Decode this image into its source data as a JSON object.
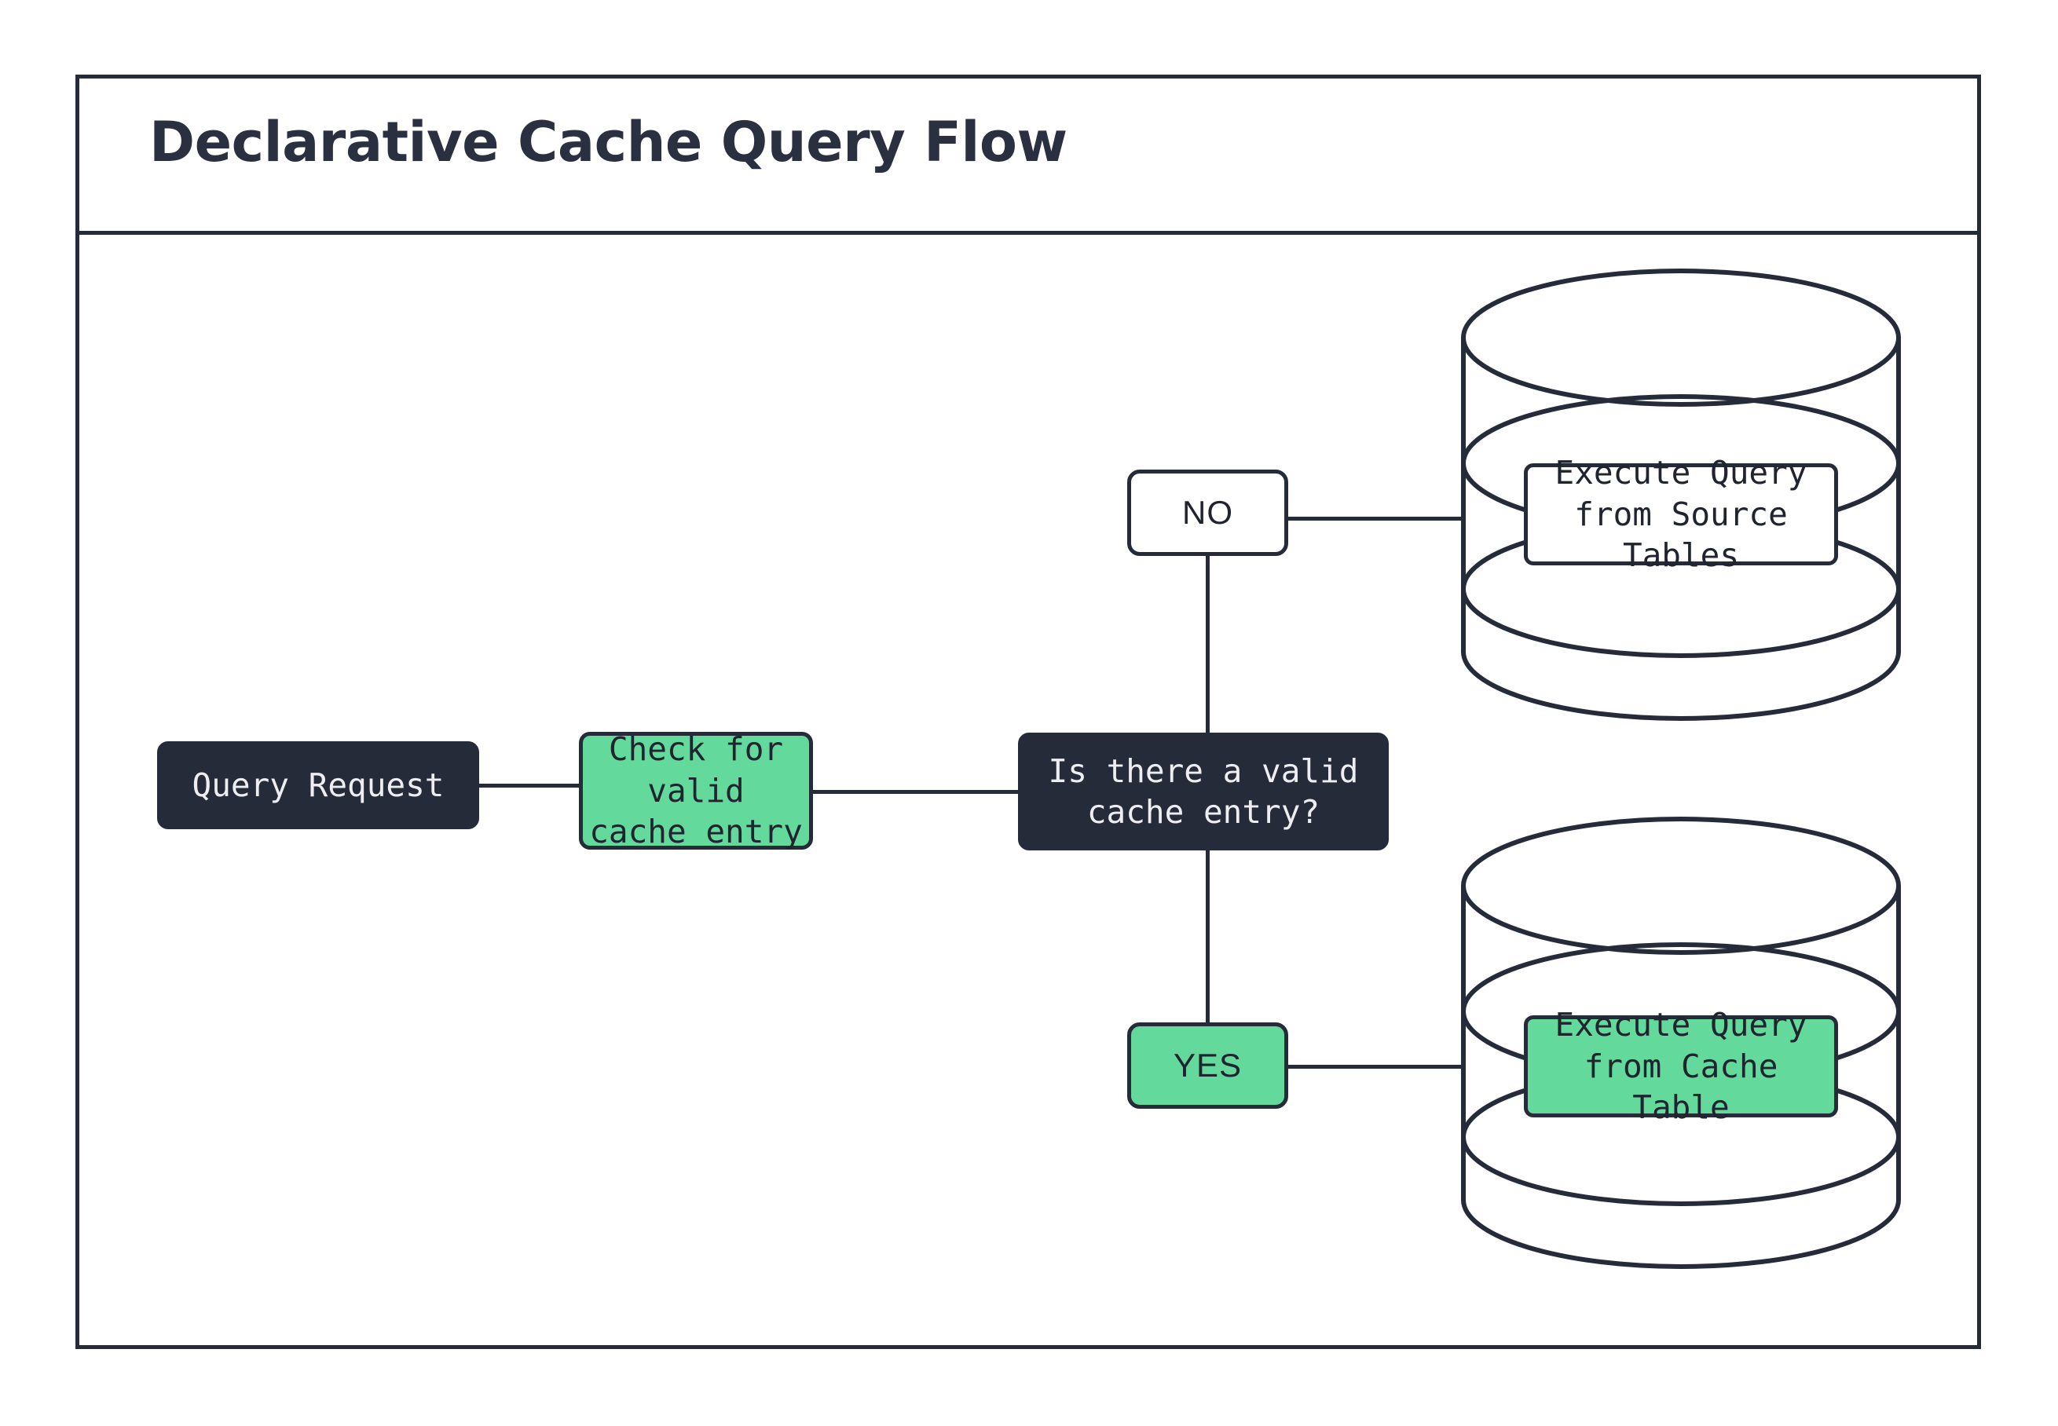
{
  "diagram": {
    "title": "Declarative Cache Query Flow",
    "colors": {
      "ink": "#262B3A",
      "green": "#63D99C",
      "dark_node_bg": "#262B3A",
      "dark_node_text": "#EDEDF2",
      "white": "#FFFFFF",
      "title_text": "#2B3040"
    },
    "nodes": {
      "query_request": {
        "label": "Query Request",
        "style": "dark"
      },
      "check_cache": {
        "label": "Check for valid\ncache entry",
        "style": "green"
      },
      "decision": {
        "label": "Is there a valid\ncache entry?",
        "style": "dark"
      },
      "branch_no": {
        "label": "NO",
        "style": "white"
      },
      "branch_yes": {
        "label": "YES",
        "style": "green"
      },
      "source_tables": {
        "label": "Execute Query\nfrom Source Tables",
        "style": "white",
        "container": "database-cylinder"
      },
      "cache_table": {
        "label": "Execute Query\nfrom Cache Table",
        "style": "green",
        "container": "database-cylinder"
      }
    },
    "edges": [
      {
        "from": "query_request",
        "to": "check_cache"
      },
      {
        "from": "check_cache",
        "to": "decision"
      },
      {
        "from": "decision",
        "to": "branch_no",
        "label": "NO"
      },
      {
        "from": "branch_no",
        "to": "source_tables"
      },
      {
        "from": "decision",
        "to": "branch_yes",
        "label": "YES"
      },
      {
        "from": "branch_yes",
        "to": "cache_table"
      }
    ]
  }
}
